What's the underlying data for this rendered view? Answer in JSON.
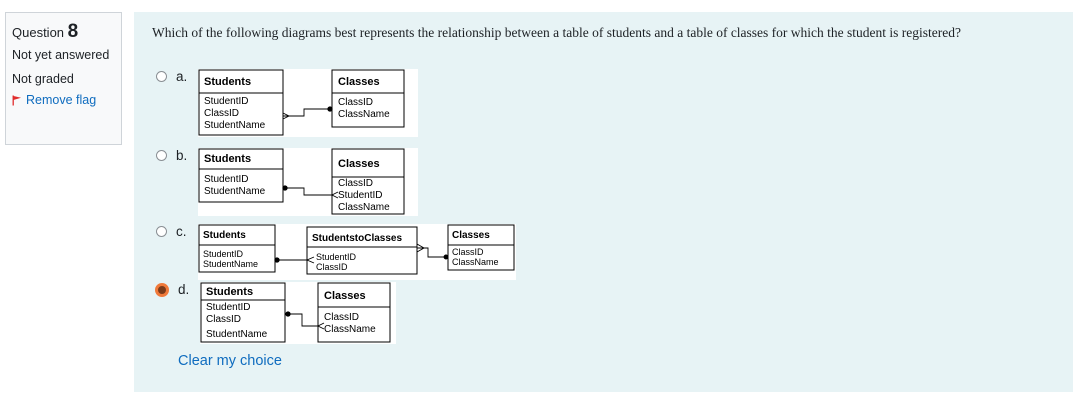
{
  "info": {
    "question_label": "Question",
    "question_number": "8",
    "state": "Not yet answered",
    "grade": "Not graded",
    "flag_label": "Remove flag",
    "flag_color": "#e02c2c"
  },
  "question": {
    "text": "Which of the following diagrams best represents the relationship between a table of students and a table of classes for which the student is registered?",
    "selected": "d",
    "clear_label": "Clear my choice",
    "accent_color": "#f0793a"
  },
  "options": [
    {
      "letter": "a.",
      "tables": [
        {
          "title": "Students",
          "fields": [
            "StudentID",
            "ClassID",
            "StudentName"
          ]
        },
        {
          "title": "Classes",
          "fields": [
            "ClassID",
            "ClassName"
          ]
        }
      ]
    },
    {
      "letter": "b.",
      "tables": [
        {
          "title": "Students",
          "fields": [
            "StudentID",
            "StudentName"
          ]
        },
        {
          "title": "Classes",
          "fields": [
            "ClassID",
            "StudentID",
            "ClassName"
          ]
        }
      ]
    },
    {
      "letter": "c.",
      "tables": [
        {
          "title": "Students",
          "fields": [
            "StudentID",
            "StudentName"
          ]
        },
        {
          "title": "StudentstoClasses",
          "fields": [
            "StudentID",
            "ClassID"
          ]
        },
        {
          "title": "Classes",
          "fields": [
            "ClassID",
            "ClassName"
          ]
        }
      ]
    },
    {
      "letter": "d.",
      "tables": [
        {
          "title": "Students",
          "fields": [
            "StudentID",
            "ClassID",
            "StudentName"
          ]
        },
        {
          "title": "Classes",
          "fields": [
            "ClassID",
            "ClassName"
          ]
        }
      ]
    }
  ]
}
